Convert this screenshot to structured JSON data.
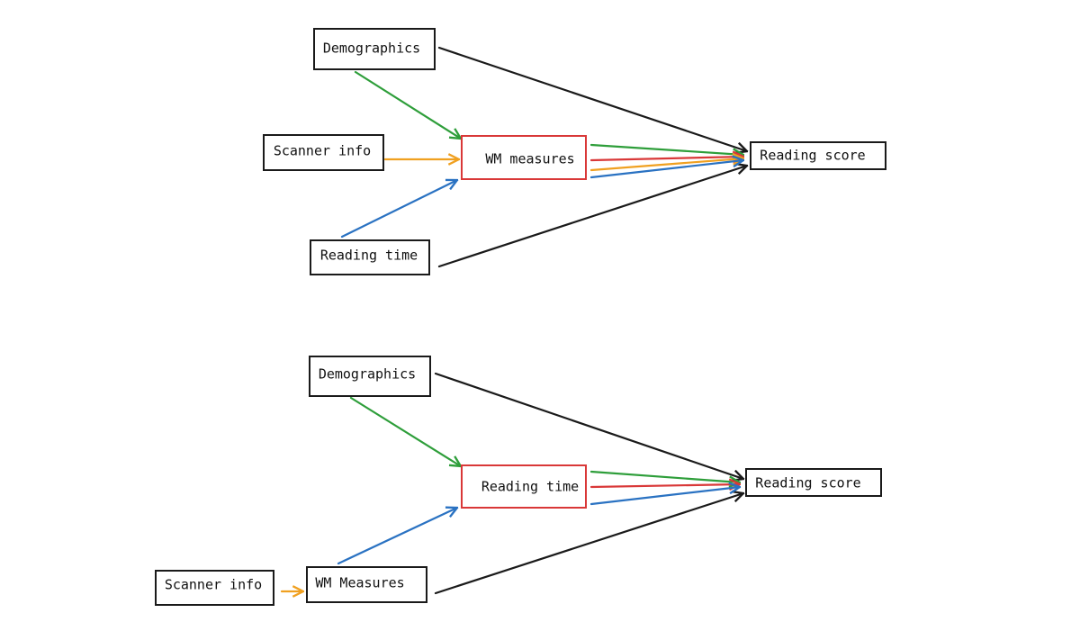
{
  "colors": {
    "black": "#1a1a1a",
    "green": "#2e9e3a",
    "orange": "#f0a020",
    "blue": "#2a72c2",
    "red": "#d93838"
  },
  "diagrams": [
    {
      "nodes": {
        "demographics": "Demographics",
        "scanner_info": "Scanner info",
        "wm_measures": "WM measures",
        "reading_time": "Reading time",
        "reading_score": "Reading score"
      }
    },
    {
      "nodes": {
        "demographics": "Demographics",
        "reading_time": "Reading time",
        "scanner_info": "Scanner info",
        "wm_measures": "WM Measures",
        "reading_score": "Reading score"
      }
    }
  ]
}
